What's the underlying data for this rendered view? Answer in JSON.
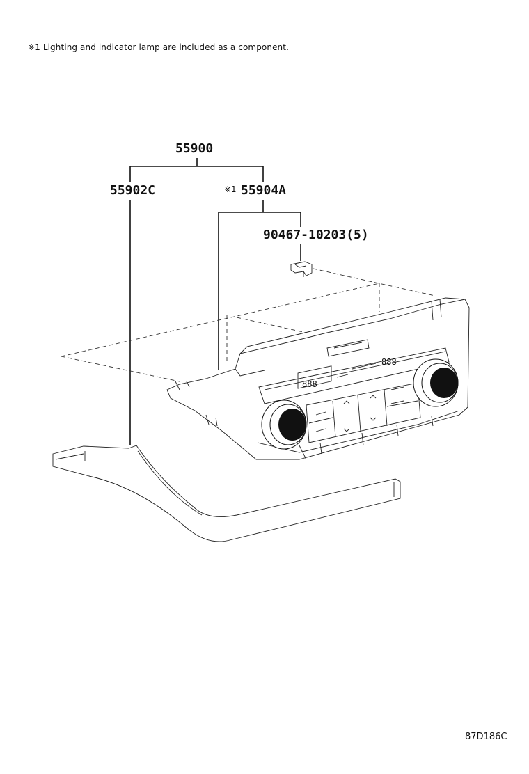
{
  "note": {
    "marker": "※1",
    "text": "Lighting and indicator lamp are included as a component."
  },
  "parts": {
    "assembly": "55900",
    "panel": "55902C",
    "control": "55904A",
    "control_marker": "※1",
    "clip": "90467-10203(5)"
  },
  "display": {
    "left_temp": "888",
    "right_temp": "888"
  },
  "diagram_code": "87D186C"
}
